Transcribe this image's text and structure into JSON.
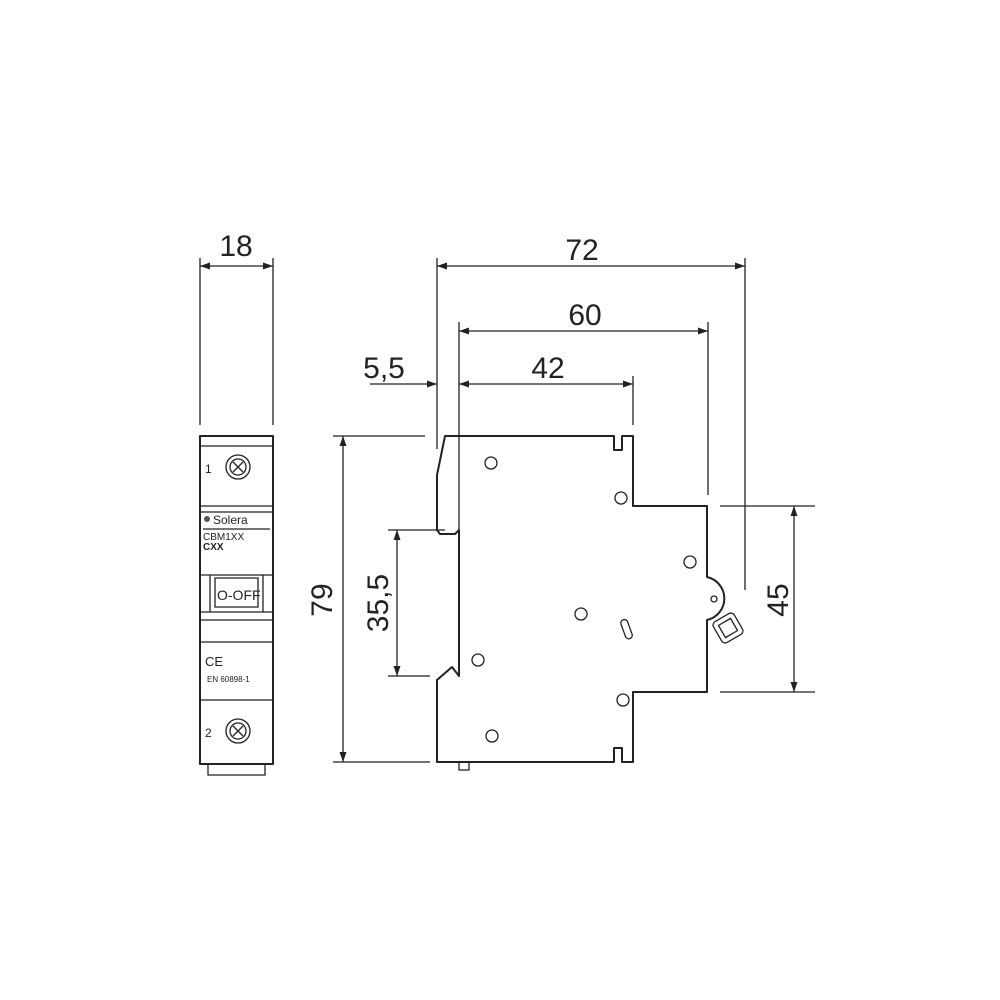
{
  "dimensions": {
    "width_front": "18",
    "overall_depth": "72",
    "depth_60": "60",
    "depth_42": "42",
    "offset": "5,5",
    "height": "79",
    "rail_height": "35,5",
    "front_height": "45"
  },
  "front_label": {
    "terminal_top": "1",
    "terminal_bottom": "2",
    "brand": "Solera",
    "model": "CBM1XX",
    "curve": "CXX",
    "switch_text": "O-OFF",
    "ce_mark": "CE",
    "standard": "EN 60898-1"
  },
  "colors": {
    "line": "#222222",
    "background": "#ffffff"
  }
}
